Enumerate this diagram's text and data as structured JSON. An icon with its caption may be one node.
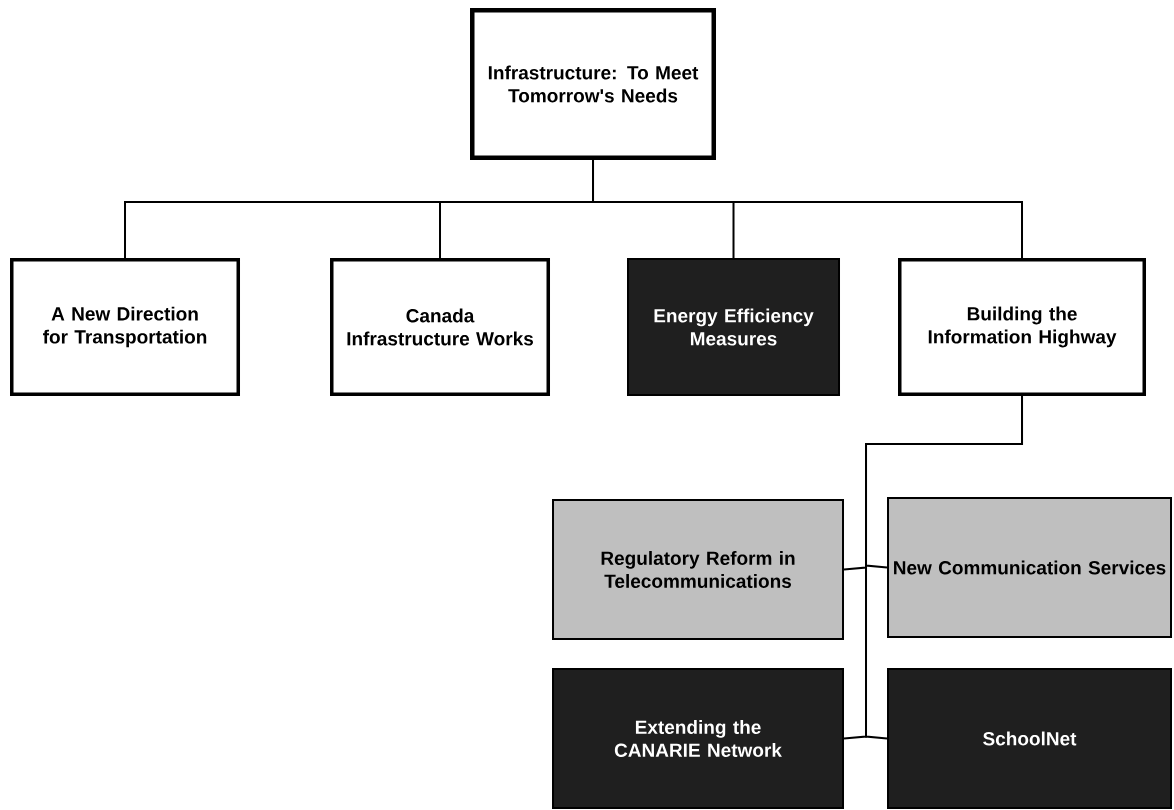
{
  "diagram": {
    "nodes": [
      {
        "text": [
          "Infrastructure:  To Meet Tomorrow's Needs"
        ]
      },
      {
        "text": [
          "A New Direction for Transportation"
        ]
      },
      {
        "text": [
          "Canada Infrastructure Works"
        ]
      },
      {
        "text": [
          "Energy Efficiency Measures"
        ]
      },
      {
        "text": [
          "Building the Information Highway"
        ]
      },
      {
        "text": [
          "Regulatory Reform in Telecommunications"
        ]
      },
      {
        "text": [
          "New Communication Services"
        ]
      },
      {
        "text": [
          "Extending the CANARIE Network"
        ]
      },
      {
        "text": [
          "SchoolNet"
        ]
      }
    ],
    "edges": [
      {
        "from": 0,
        "to": 1,
        "arrow": "none"
      },
      {
        "from": 0,
        "to": 2,
        "arrow": "none"
      },
      {
        "from": 0,
        "to": 3,
        "arrow": "none"
      },
      {
        "from": 0,
        "to": 4,
        "arrow": "none"
      },
      {
        "from": 4,
        "to": 5,
        "arrow": "none"
      },
      {
        "from": 4,
        "to": 6,
        "arrow": "none"
      },
      {
        "from": 4,
        "to": 7,
        "arrow": "none"
      },
      {
        "from": 4,
        "to": 8,
        "arrow": "none"
      }
    ]
  }
}
